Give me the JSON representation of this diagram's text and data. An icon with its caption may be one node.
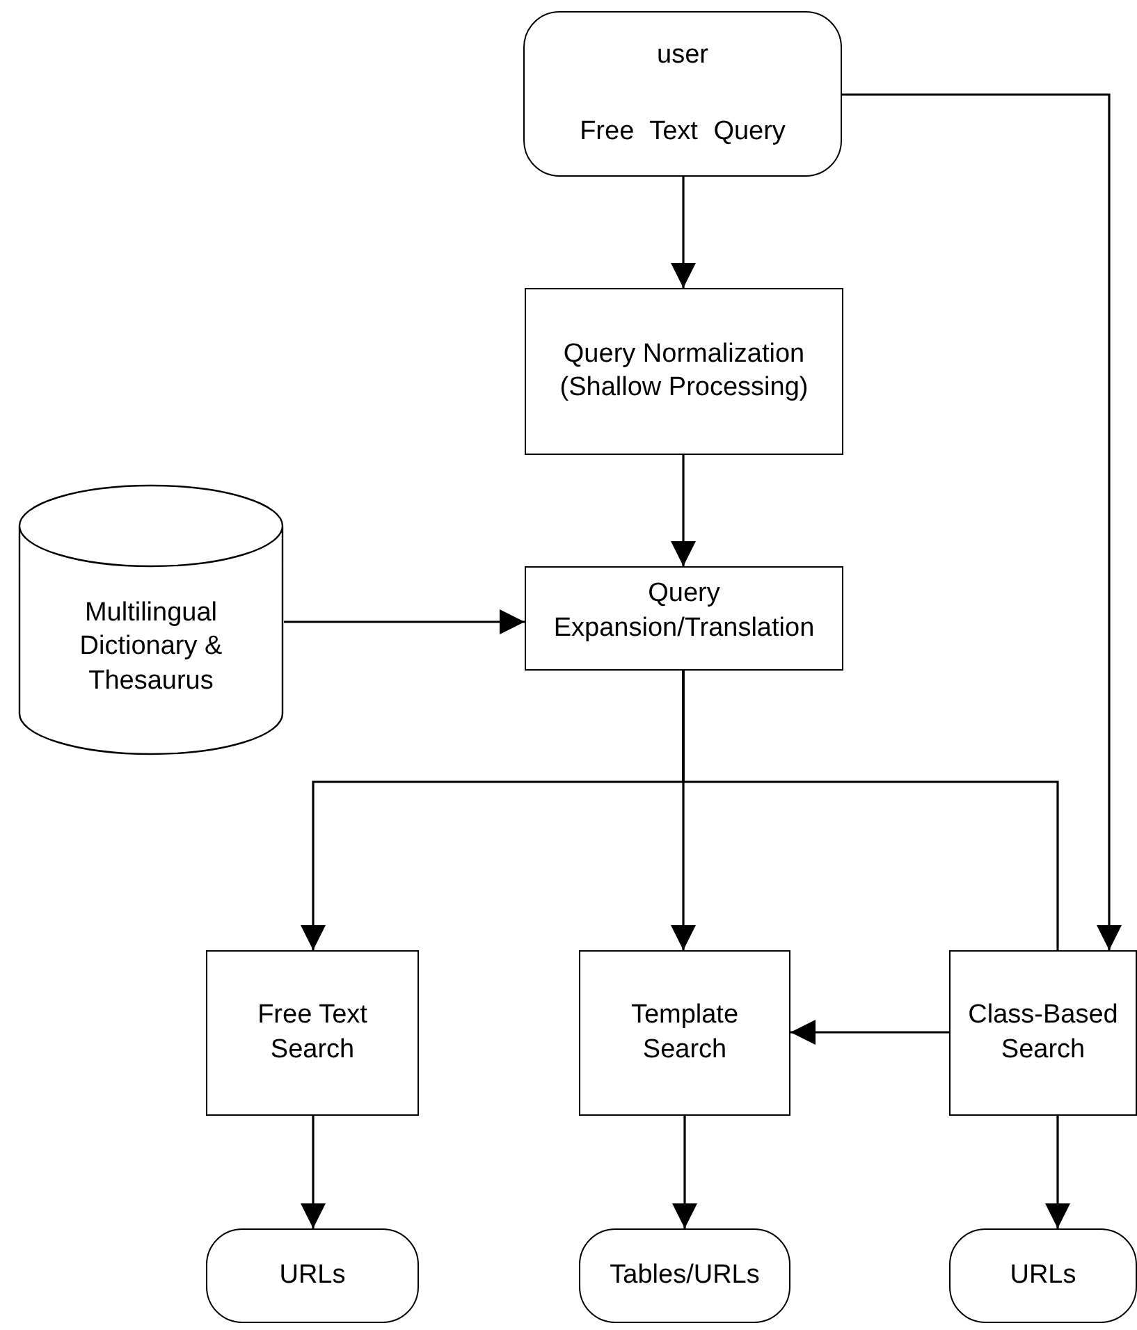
{
  "diagram": {
    "nodes": [
      {
        "text": [
          "user",
          "Free Text Query"
        ]
      },
      {
        "text": [
          "Query Normalization (Shallow Processing)"
        ]
      },
      {
        "text": [
          "Multilingual Dictionary & Thesaurus"
        ]
      },
      {
        "text": [
          "Query Expansion/Translation"
        ]
      },
      {
        "text": [
          "Free Text Search"
        ]
      },
      {
        "text": [
          "Template Search"
        ]
      },
      {
        "text": [
          "Class-Based Search"
        ]
      },
      {
        "text": [
          "URLs"
        ]
      },
      {
        "text": [
          "Tables/URLs"
        ]
      },
      {
        "text": [
          "URLs"
        ]
      }
    ],
    "edges": [
      {
        "from": 0,
        "to": 1,
        "arrow": "to"
      },
      {
        "from": 1,
        "to": 3,
        "arrow": "to"
      },
      {
        "from": 2,
        "to": 3,
        "arrow": "to"
      },
      {
        "from": 0,
        "to": 6,
        "arrow": "to"
      },
      {
        "from": 3,
        "to": 4,
        "arrow": "to"
      },
      {
        "from": 3,
        "to": 5,
        "arrow": "to"
      },
      {
        "from": 3,
        "to": 6,
        "arrow": "none"
      },
      {
        "from": 6,
        "to": 5,
        "arrow": "to"
      },
      {
        "from": 4,
        "to": 7,
        "arrow": "to"
      },
      {
        "from": 5,
        "to": 8,
        "arrow": "to"
      },
      {
        "from": 6,
        "to": 9,
        "arrow": "to"
      }
    ]
  }
}
